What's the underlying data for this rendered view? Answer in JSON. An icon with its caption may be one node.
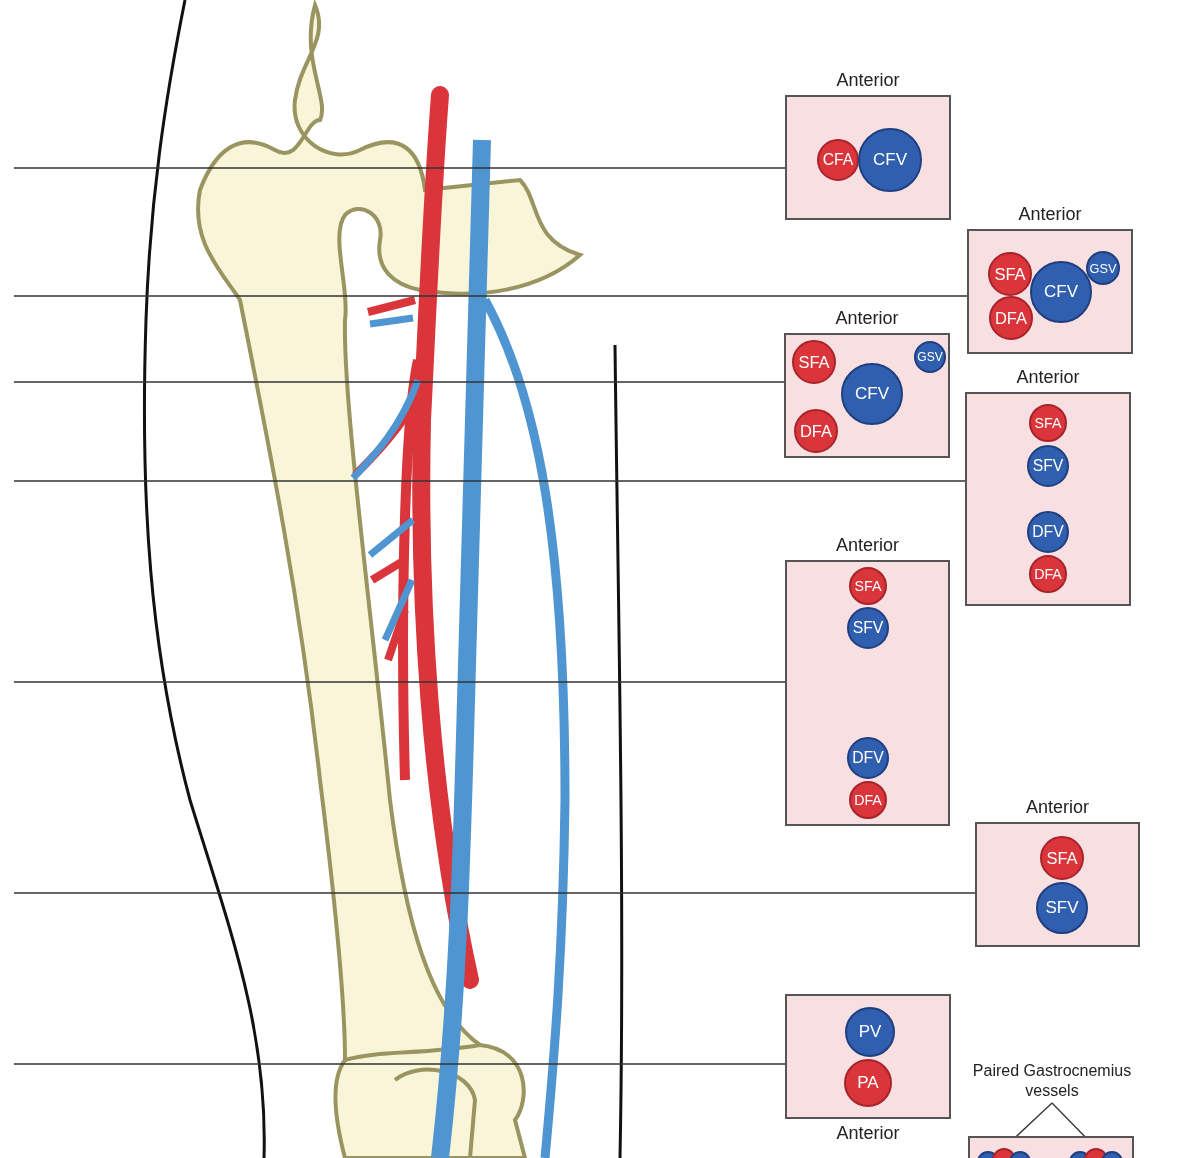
{
  "diagram": {
    "nodes": [
      {
        "text": [
          "Anterior"
        ]
      },
      {
        "text": [
          "CFA"
        ],
        "in": 0
      },
      {
        "text": [
          "CFV"
        ],
        "in": 0
      },
      {
        "text": [
          "Anterior"
        ]
      },
      {
        "text": [
          "SFA"
        ],
        "in": 3
      },
      {
        "text": [
          "GSV"
        ],
        "in": 3
      },
      {
        "text": [
          "CFV"
        ],
        "in": 3
      },
      {
        "text": [
          "DFA"
        ],
        "in": 3
      },
      {
        "text": [
          "Anterior"
        ]
      },
      {
        "text": [
          "SFA"
        ],
        "in": 8
      },
      {
        "text": [
          "GSV"
        ],
        "in": 8
      },
      {
        "text": [
          "CFV"
        ],
        "in": 8
      },
      {
        "text": [
          "DFA"
        ],
        "in": 8
      },
      {
        "text": [
          "Anterior"
        ]
      },
      {
        "text": [
          "SFA"
        ],
        "in": 13
      },
      {
        "text": [
          "SFV"
        ],
        "in": 13
      },
      {
        "text": [
          "DFV"
        ],
        "in": 13
      },
      {
        "text": [
          "DFA"
        ],
        "in": 13
      },
      {
        "text": [
          "Anterior"
        ]
      },
      {
        "text": [
          "SFA"
        ],
        "in": 18
      },
      {
        "text": [
          "SFV"
        ],
        "in": 18
      },
      {
        "text": [
          "DFV"
        ],
        "in": 18
      },
      {
        "text": [
          "DFA"
        ],
        "in": 18
      },
      {
        "text": [
          "Anterior"
        ]
      },
      {
        "text": [
          "SFA"
        ],
        "in": 23
      },
      {
        "text": [
          "SFV"
        ],
        "in": 23
      },
      {
        "text": [
          "Anterior"
        ]
      },
      {
        "text": [
          "PV"
        ],
        "in": 26
      },
      {
        "text": [
          "PA"
        ],
        "in": 26
      },
      {
        "text": [
          "Paired Gastrocnemius vessels"
        ]
      },
      {
        "text": [],
        "shape": "box"
      },
      {
        "text": [],
        "shape": "circle",
        "in": 30
      },
      {
        "text": [],
        "shape": "circle",
        "in": 30
      },
      {
        "text": [],
        "shape": "circle",
        "in": 30
      },
      {
        "text": [],
        "shape": "circle",
        "in": 30
      },
      {
        "text": [],
        "shape": "circle",
        "in": 30
      },
      {
        "text": [],
        "shape": "circle",
        "in": 30
      }
    ],
    "edges": [
      {
        "from": null,
        "to": 0,
        "arrow": "none"
      },
      {
        "from": null,
        "to": 3,
        "arrow": "none"
      },
      {
        "from": null,
        "to": 8,
        "arrow": "none"
      },
      {
        "from": null,
        "to": 13,
        "arrow": "none"
      },
      {
        "from": null,
        "to": 18,
        "arrow": "none"
      },
      {
        "from": null,
        "to": 23,
        "arrow": "none"
      },
      {
        "from": null,
        "to": 26,
        "arrow": "none"
      },
      {
        "from": 29,
        "to": 32,
        "arrow": "none"
      },
      {
        "from": 29,
        "to": 35,
        "arrow": "none"
      }
    ]
  }
}
